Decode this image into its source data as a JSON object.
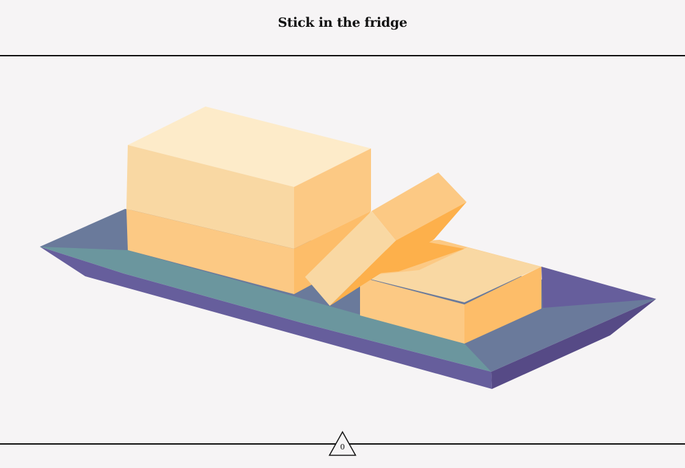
{
  "header": {
    "title": "Stick in the fridge"
  },
  "scene": {
    "subject": "butter stick on a butter dish",
    "colors": {
      "dish_top": "#6a7a9b",
      "dish_teal": "#6b969e",
      "dish_side": "#665e9c",
      "dish_shadow": "#564a86",
      "butter_light": "#fdebc9",
      "butter_mid": "#f9d8a3",
      "butter_warm": "#fcc984",
      "butter_deep": "#fdbd69",
      "butter_dark": "#fdb04b"
    }
  },
  "footer": {
    "counter_value": "0"
  }
}
